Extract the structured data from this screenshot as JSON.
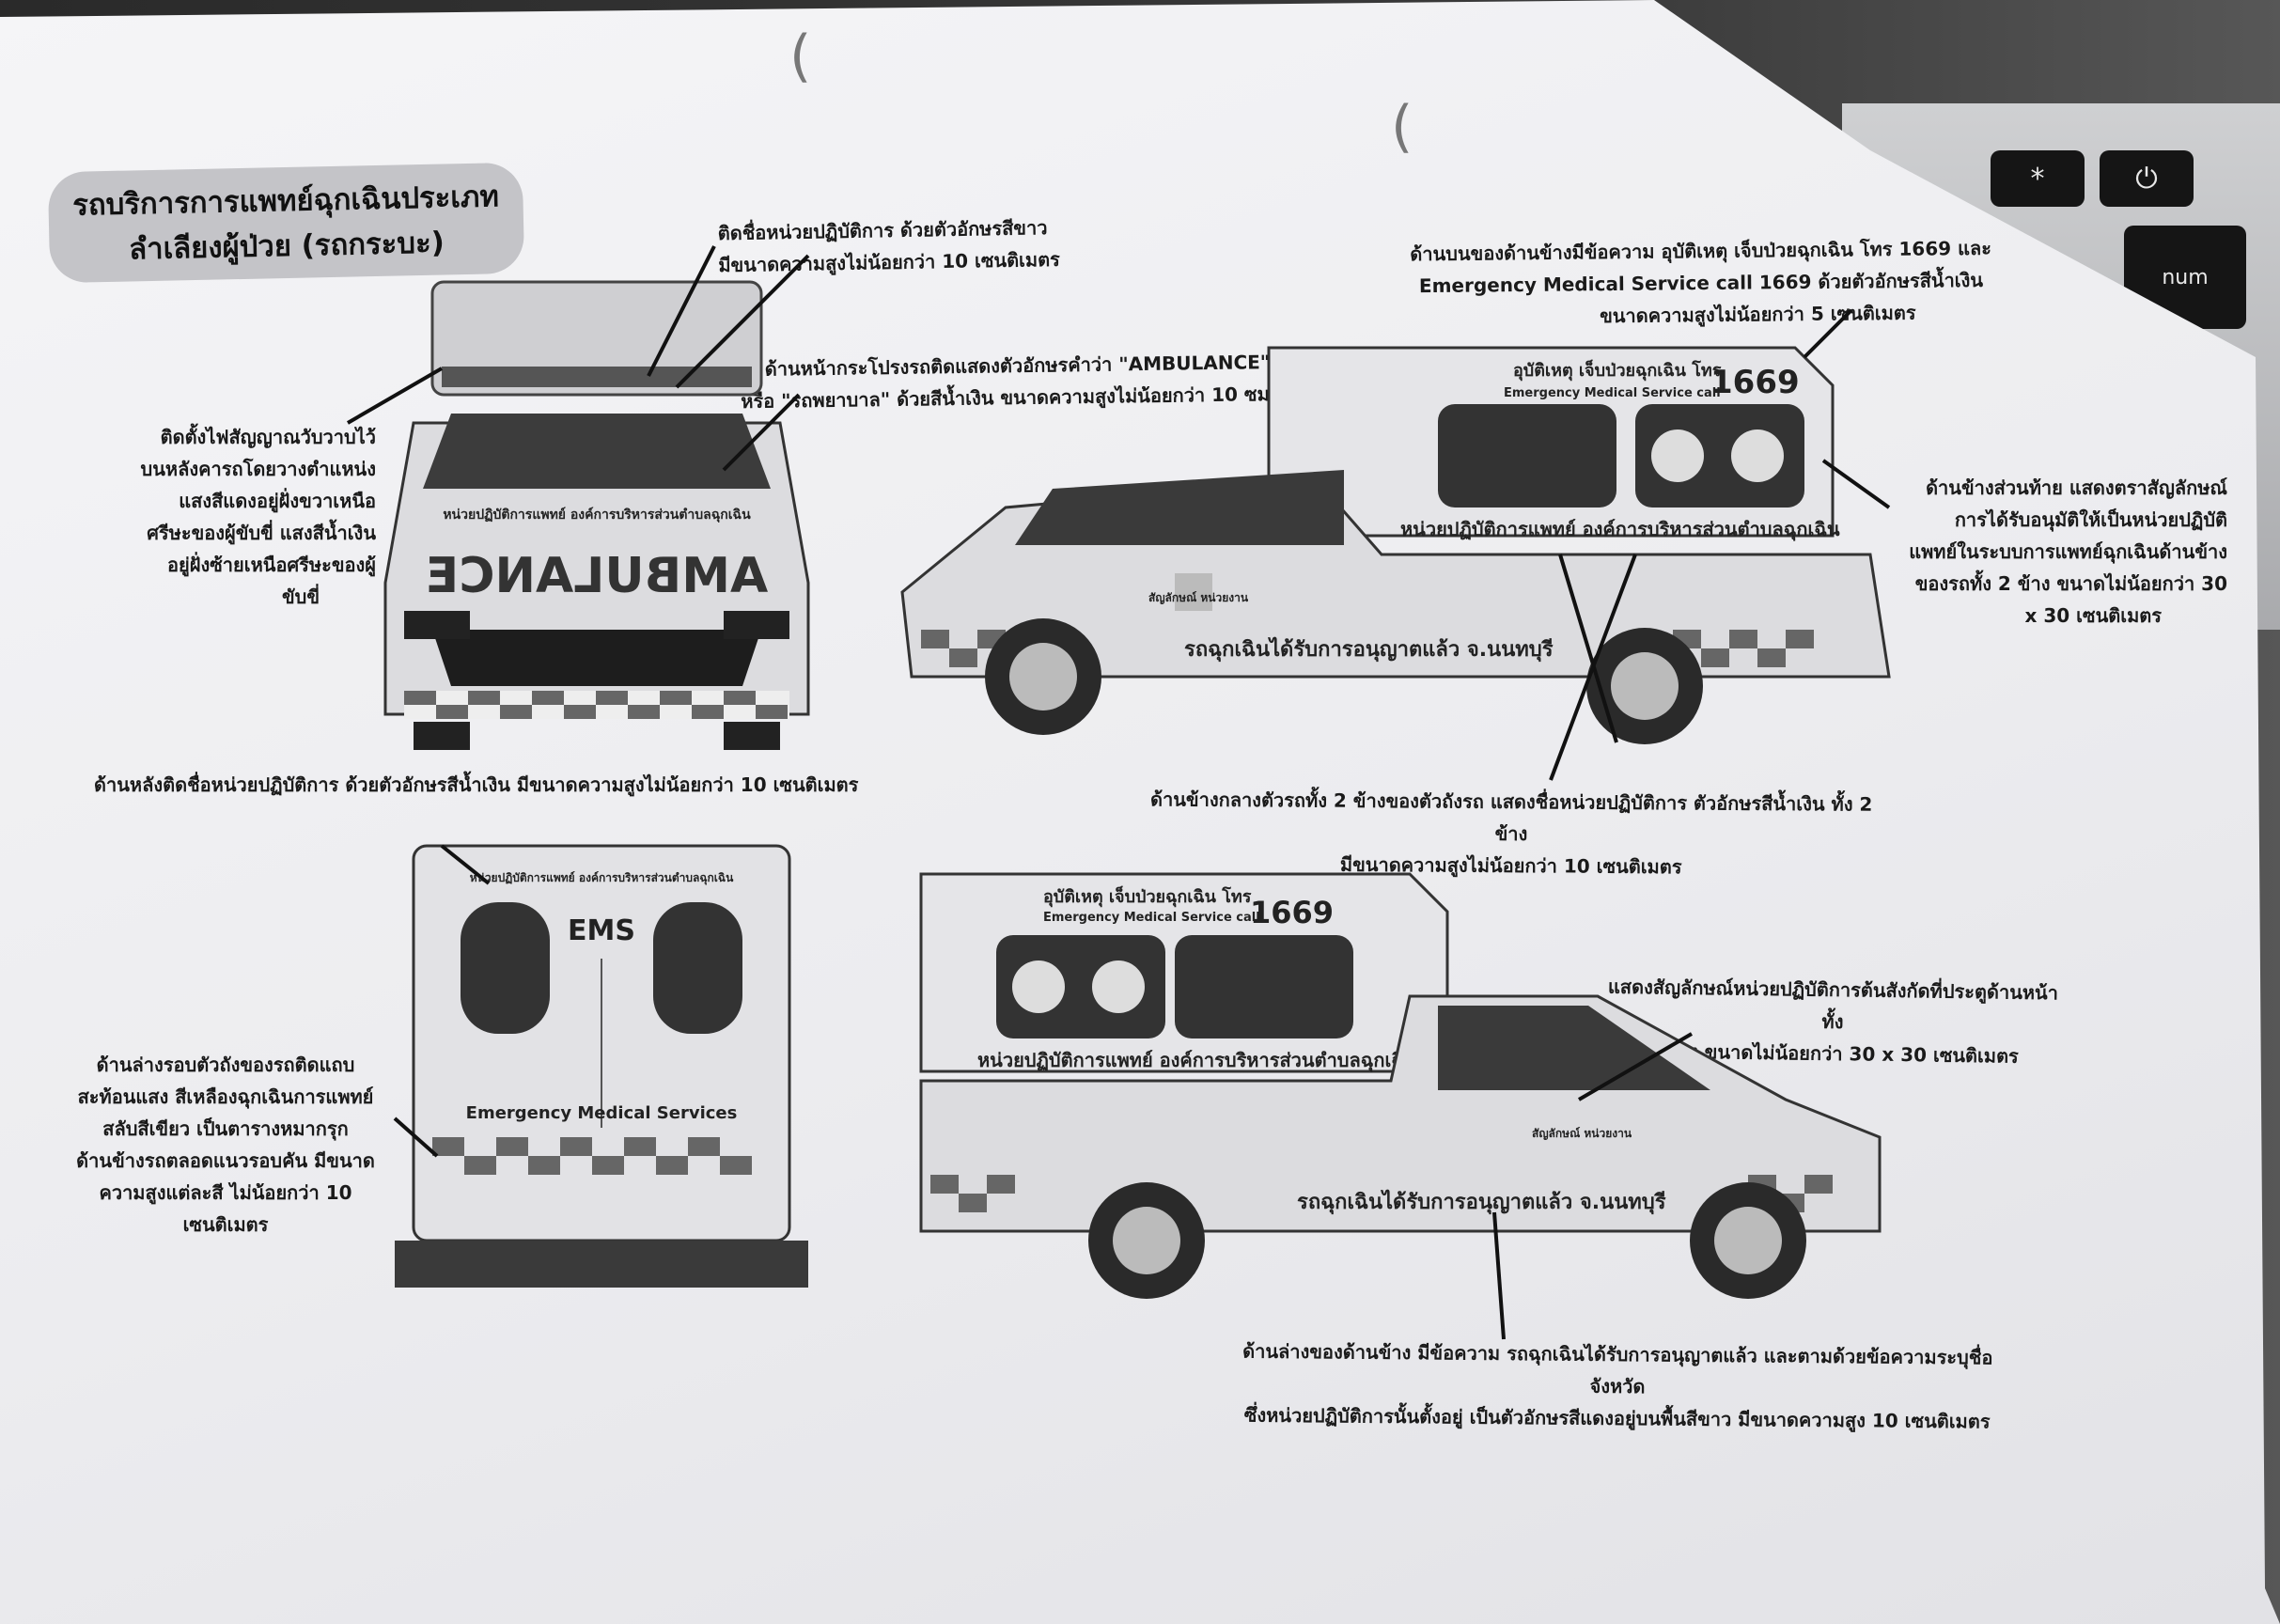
{
  "document": {
    "title_line1": "รถบริการการแพทย์ฉุกเฉินประเภท",
    "title_line2": "ลำเลียงผู้ป่วย (รถกระบะ)",
    "captions": {
      "top_name": [
        "ติดชื่อหน่วยปฏิบัติการ ด้วยตัวอักษรสีขาว",
        "มีขนาดความสูงไม่น้อยกว่า 10 เซนติเมตร"
      ],
      "light_bar": [
        "ติดตั้งไฟสัญญาณวับวาบไว้",
        "บนหลังคารถโดยวางตำแหน่ง",
        "แสงสีแดงอยู่ฝั่งขวาเหนือ",
        "ศรีษะของผู้ขับขี่ แสงสีน้ำเงิน",
        "อยู่ฝั่งซ้ายเหนือศรีษะของผู้",
        "ขับขี่"
      ],
      "hood_text": [
        "ด้านหน้ากระโปรงรถติดแสดงตัวอักษรคำว่า \"AMBULANCE\"",
        "หรือ \"รถพยาบาล\" ด้วยสีน้ำเงิน ขนาดความสูงไม่น้อยกว่า 10 ซม."
      ],
      "top_side": [
        "ด้านบนของด้านข้างมีข้อความ อุบัติเหตุ เจ็บป่วยฉุกเฉิน โทร 1669 และ",
        "Emergency Medical Service call 1669 ด้วยตัวอักษรสีน้ำเงิน",
        "ขนาดความสูงไม่น้อยกว่า 5 เซนติเมตร"
      ],
      "rear_side_logo": [
        "ด้านข้างส่วนท้าย แสดงตราสัญลักษณ์",
        "การได้รับอนุมัติให้เป็นหน่วยปฏิบัติ",
        "แพทย์ในระบบการแพทย์ฉุกเฉินด้านข้าง",
        "ของรถทั้ง 2 ข้าง ขนาดไม่น้อยกว่า 30",
        "x 30 เซนติเมตร"
      ],
      "rear_name": [
        "ด้านหลังติดชื่อหน่วยปฏิบัติการ ด้วยตัวอักษรสีน้ำเงิน มีขนาดความสูงไม่น้อยกว่า 10 เซนติเมตร"
      ],
      "mid_side": [
        "ด้านข้างกลางตัวรถทั้ง 2 ข้างของตัวถังรถ แสดงชื่อหน่วยปฏิบัติการ ตัวอักษรสีน้ำเงิน ทั้ง 2 ข้าง",
        "มีขนาดความสูงไม่น้อยกว่า 10 เซนติเมตร"
      ],
      "reflective": [
        "ด้านล่างรอบตัวถังของรถติดแถบ",
        "สะท้อนแสง สีเหลืองฉุกเฉินการแพทย์",
        "สลับสีเขียว เป็นตารางหมากรุก",
        "ด้านข้างรถตลอดแนวรอบคัน มีขนาด",
        "ความสูงแต่ละสี ไม่น้อยกว่า 10",
        "เซนติเมตร"
      ],
      "door_logo": [
        "แสดงสัญลักษณ์หน่วยปฏิบัติการต้นสังกัดที่ประตูด้านหน้าทั้ง",
        "2 ข้าง ขนาดไม่น้อยกว่า 30 x 30 เซนติเมตร"
      ],
      "bottom_side": [
        "ด้านล่างของด้านข้าง มีข้อความ รถฉุกเฉินได้รับการอนุญาตแล้ว และตามด้วยข้อความระบุชื่อจังหวัด",
        "ซึ่งหน่วยปฏิบัติการนั้นตั้งอยู่ เป็นตัวอักษรสีแดงอยู่บนพื้นสีขาว มีขนาดความสูง 10 เซนติเมตร"
      ]
    },
    "vehicle_text": {
      "hood": "AMBULANCE",
      "header_name": "หน่วยปฏิบัติการแพทย์ องค์การบริหารส่วนตำบลฉุกเฉิน",
      "accident_line": "อุบัติเหตุ เจ็บป่วยฉุกเฉิน โทร",
      "call_line": "Emergency Medical Service call",
      "number": "1669",
      "unit_name": "หน่วยปฏิบัติการแพทย์ องค์การบริหารส่วนตำบลฉุกเฉิน",
      "permit_line": "รถฉุกเฉินได้รับการอนุญาตแล้ว จ.นนทบุรี",
      "door_logo": "สัญลักษณ์ หน่วยงาน",
      "rear_ems": "EMS",
      "rear_services": "Emergency Medical Services"
    },
    "keyboard": {
      "star_key": "*",
      "num_key": "num"
    }
  }
}
